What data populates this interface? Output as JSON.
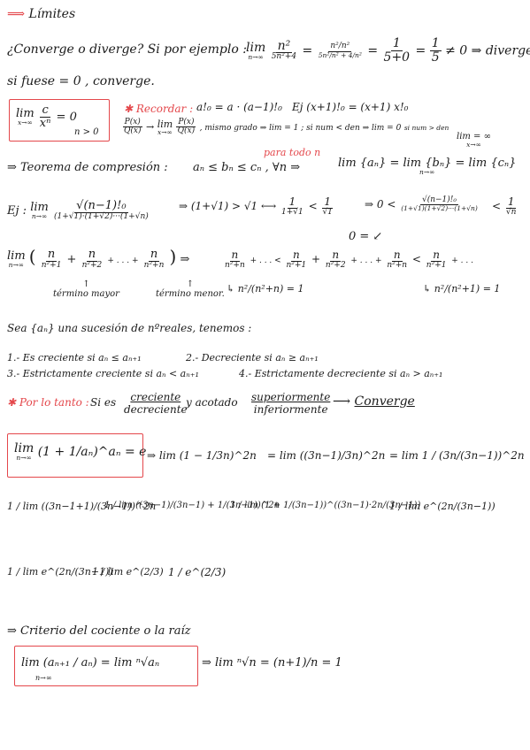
{
  "title": "Límites",
  "l1": {
    "q": "¿Converge o diverge? Si por ejemplo :",
    "lim": "lim",
    "sub": "n→∞",
    "f1n": "n²",
    "f1d": "5n²+4",
    "f2n": "n²/n²",
    "f2d": "5n²/n² + 4/n²",
    "f3n": "1",
    "f3d": "5+0",
    "f4n": "1",
    "f4d": "5",
    "tail": "≠ 0 ⇒ diverge"
  },
  "l2": "si fuese = 0 , converge.",
  "box1": {
    "lim": "lim",
    "sub": "x→∞",
    "fn": "c",
    "fd": "xⁿ",
    "eq": "= 0",
    "cond": "n > 0"
  },
  "rec": {
    "label": "✱ Recordar :",
    "f1": "a!₀ = a · (a−1)!₀",
    "f2": "Ej (x+1)!₀ = (x+1) x!₀",
    "p": "P(x)",
    "q": "Q(x)",
    "lim": "lim",
    "sub": "x→∞",
    "note": ", mismo grado ⇒ lim = 1 ; si num < den ⇒ lim = 0",
    "sub2": "x→∞",
    "note2": "si num > den",
    "note3": "lim = ∞",
    "sub3": "x→∞"
  },
  "teo": {
    "title": "⇒ Teorema de compresión :",
    "cond": "aₙ ≤ bₙ ≤ cₙ , ∀n ⇒",
    "red": "para todo n",
    "res": "lim {aₙ} = lim {bₙ} = lim {cₙ}",
    "sub": "n→∞"
  },
  "ej1": {
    "ej": "Ej :",
    "lim": "lim",
    "sub": "n→∞",
    "num": "√(n−1)!₀",
    "den": "(1+√1)·(1+√2)···(1+√n)",
    "ineq": "⇒ (1+√1) > √1 ⟷",
    "a_n": "1",
    "a_d": "1+√1",
    "b_n": "1",
    "b_d": "√1",
    "zero": "⇒ 0 <",
    "c_n": "√(n−1)!₀",
    "c_d": "(1+√1)(1+√2)···(1+√n)",
    "lt": "<",
    "d_n": "1",
    "d_d": "√n",
    "bottom": "0 = ↙"
  },
  "ej2": {
    "lim": "lim",
    "sub": "n→∞",
    "t1n": "n",
    "t1d": "n²+1",
    "t2n": "n",
    "t2d": "n²+2",
    "dots": "+ . . . +",
    "t3n": "n",
    "t3d": "n²+n",
    "arrow": "⇒",
    "u1n": "n",
    "u1d": "n²+n",
    "mid": "+ . . . <",
    "v1n": "n",
    "v1d": "n²+1",
    "v2n": "n",
    "v2d": "n²+2",
    "mid2": "+ . . . +",
    "v3n": "n",
    "v3d": "n²+n",
    "lt": "<",
    "w1n": "n",
    "w1d": "n²+1",
    "tail": "+ . . .",
    "lbl1": "término mayor",
    "lbl2": "término menor.",
    "r1": "↳ n²/(n²+n) = 1",
    "r2": "↳ n²/(n²+1) = 1"
  },
  "seq": {
    "intro": "Sea {aₙ} una sucesión de nºreales, tenemos :",
    "i1": "1.- Es creciente si aₙ ≤ aₙ₊₁",
    "i2": "2.- Decreciente si aₙ ≥ aₙ₊₁",
    "i3": "3.- Estrictamente creciente si aₙ < aₙ₊₁",
    "i4": "4.- Estrictamente decreciente si aₙ > aₙ₊₁"
  },
  "porlo": {
    "label": "✱ Por lo tanto :",
    "t1": "Si es",
    "c1": "creciente",
    "c2": "decreciente",
    "t2": "y acotado",
    "c3": "superiormente",
    "c4": "inferiormente",
    "t3": "⟶",
    "conv": "Converge"
  },
  "e": {
    "lim": "lim",
    "sub": "n→∞",
    "box": "(1 + 1/aₙ)^aₙ = e",
    "s1": "⇒ lim (1 − 1/3n)^2n",
    "s2": "= lim ((3n−1)/3n)^2n",
    "s3": "= lim 1 / (3n/(3n−1))^2n",
    "r2a": "1 / lim ((3n−1+1)/(3n−1))^2n",
    "r2b": "1 / lim ((3n−1)/(3n−1) + 1/(3n−1))^2n",
    "r2c": "1 / lim (1 + 1/(3n−1))^((3n−1)·2n/(3n−1))",
    "r2d": "1 / lim e^(2n/(3n−1))",
    "r3a": "1 / lim e^(2n/(3n−1))",
    "r3b": "1 / lim e^(2/3)",
    "r3c": "1 / e^(2/3)"
  },
  "crit": {
    "title": "⇒ Criterio del cociente o la raíz",
    "box": "lim (aₙ₊₁ / aₙ) = lim ⁿ√aₙ",
    "sub": "n→∞",
    "res": "⇒ lim ⁿ√n = (n+1)/n = 1"
  }
}
